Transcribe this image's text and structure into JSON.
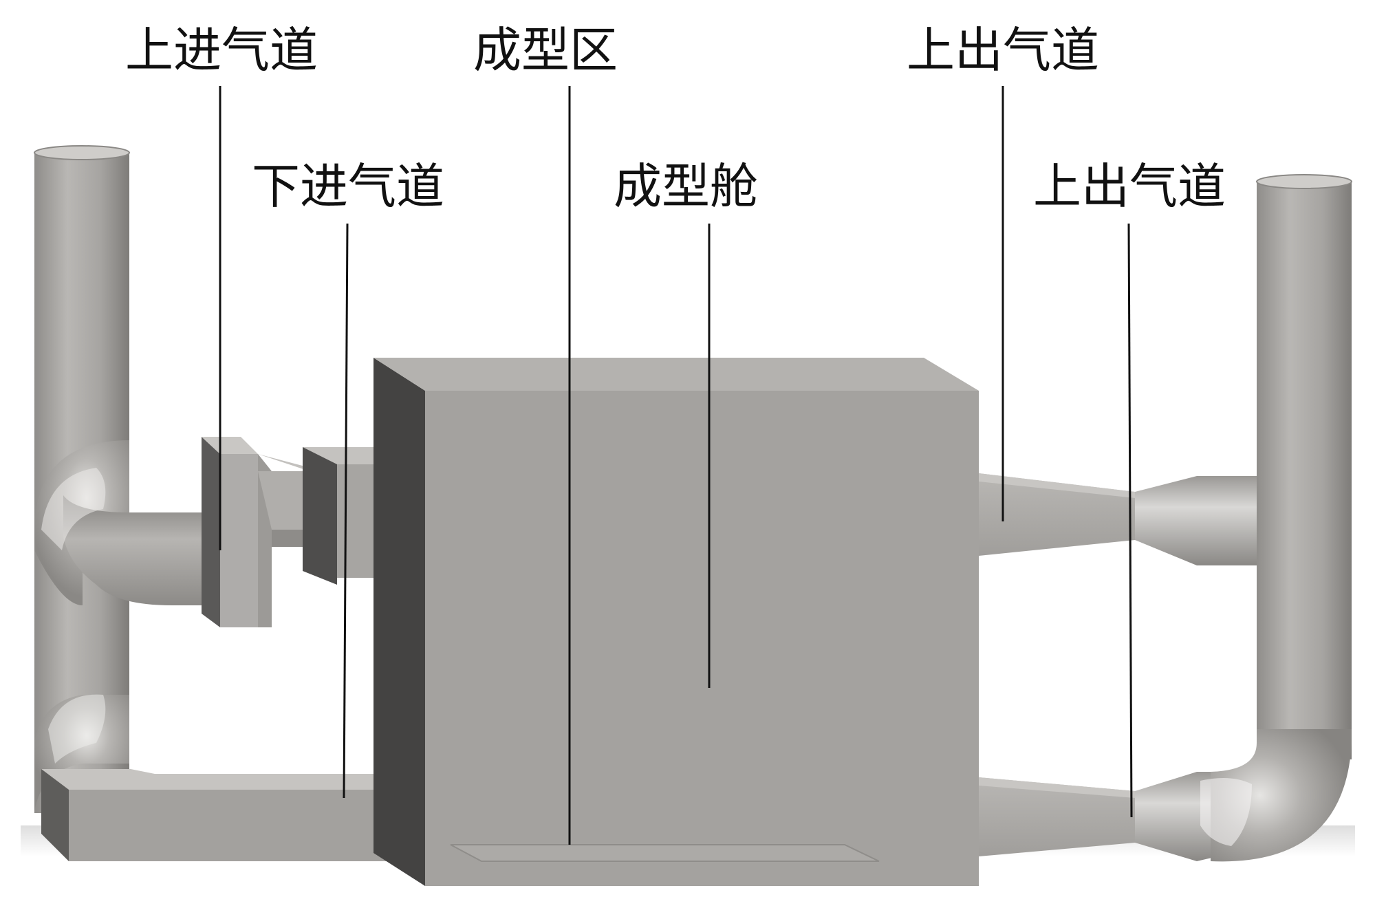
{
  "labels": {
    "top_inlet_duct": "上进气道",
    "build_zone": "成型区",
    "top_outlet_duct_1": "上出气道",
    "bottom_inlet_duct": "下进气道",
    "build_chamber": "成型舱",
    "top_outlet_duct_2": "上出气道"
  }
}
